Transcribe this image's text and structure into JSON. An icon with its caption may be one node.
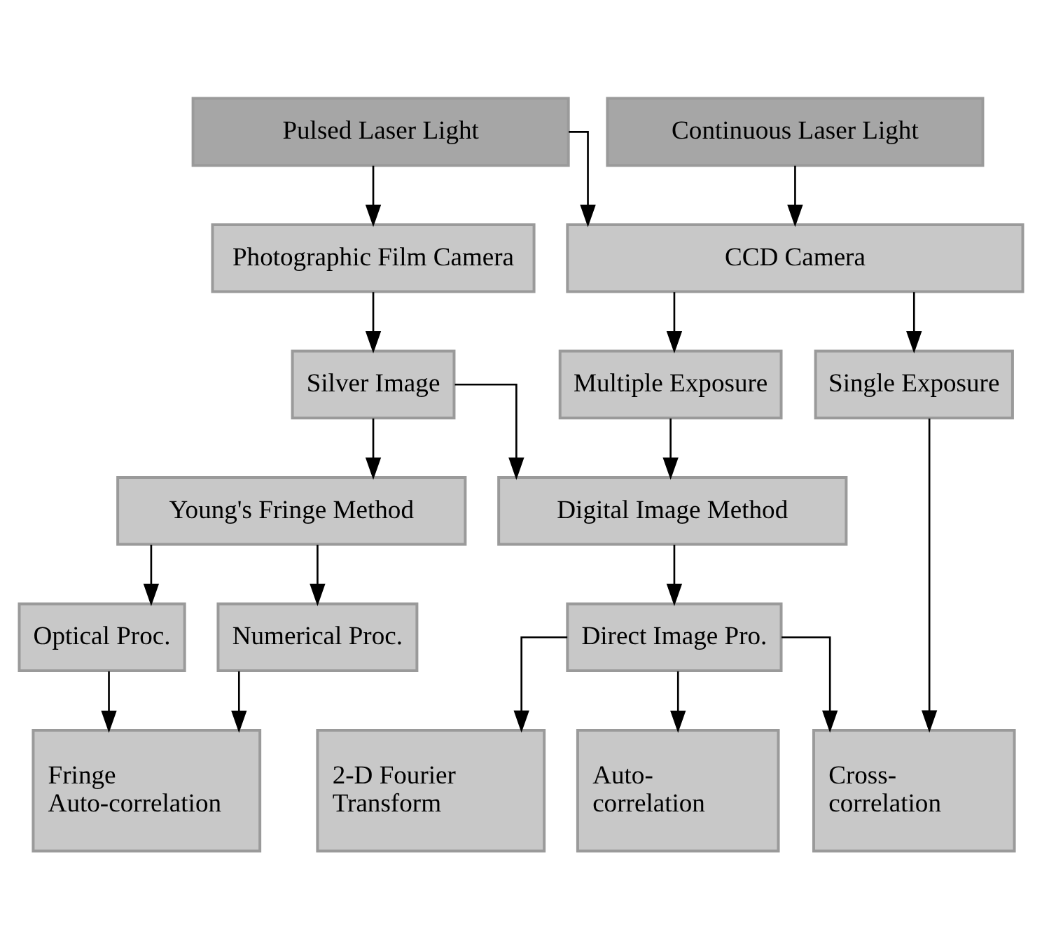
{
  "diagram": {
    "nodes": [
      {
        "text": [
          "Pulsed Laser Light"
        ]
      },
      {
        "text": [
          "Continuous Laser Light"
        ]
      },
      {
        "text": [
          "Photographic Film Camera"
        ]
      },
      {
        "text": [
          "CCD Camera"
        ]
      },
      {
        "text": [
          "Silver Image"
        ]
      },
      {
        "text": [
          "Multiple Exposure"
        ]
      },
      {
        "text": [
          "Single Exposure"
        ]
      },
      {
        "text": [
          "Young's Fringe Method"
        ]
      },
      {
        "text": [
          "Digital Image Method"
        ]
      },
      {
        "text": [
          "Optical Proc."
        ]
      },
      {
        "text": [
          "Numerical Proc."
        ]
      },
      {
        "text": [
          "Direct Image Pro."
        ]
      },
      {
        "text": [
          "Fringe Auto-correlation"
        ]
      },
      {
        "text": [
          "2-D Fourier Transform"
        ]
      },
      {
        "text": [
          "Auto-correlation"
        ]
      },
      {
        "text": [
          "Cross-correlation"
        ]
      }
    ],
    "edges": [
      {
        "from": 0,
        "to": 2,
        "arrow": "to"
      },
      {
        "from": 0,
        "to": 3,
        "arrow": "to"
      },
      {
        "from": 1,
        "to": 3,
        "arrow": "to"
      },
      {
        "from": 2,
        "to": 4,
        "arrow": "to"
      },
      {
        "from": 3,
        "to": 5,
        "arrow": "to"
      },
      {
        "from": 3,
        "to": 6,
        "arrow": "to"
      },
      {
        "from": 4,
        "to": 7,
        "arrow": "to"
      },
      {
        "from": 4,
        "to": 8,
        "arrow": "to"
      },
      {
        "from": 5,
        "to": 8,
        "arrow": "to"
      },
      {
        "from": 7,
        "to": 9,
        "arrow": "to"
      },
      {
        "from": 7,
        "to": 10,
        "arrow": "to"
      },
      {
        "from": 8,
        "to": 11,
        "arrow": "to"
      },
      {
        "from": 9,
        "to": 12,
        "arrow": "to"
      },
      {
        "from": 10,
        "to": 12,
        "arrow": "to"
      },
      {
        "from": 11,
        "to": 13,
        "arrow": "to"
      },
      {
        "from": 11,
        "to": 14,
        "arrow": "to"
      },
      {
        "from": 11,
        "to": 15,
        "arrow": "to"
      },
      {
        "from": 6,
        "to": 15,
        "arrow": "to"
      }
    ]
  }
}
